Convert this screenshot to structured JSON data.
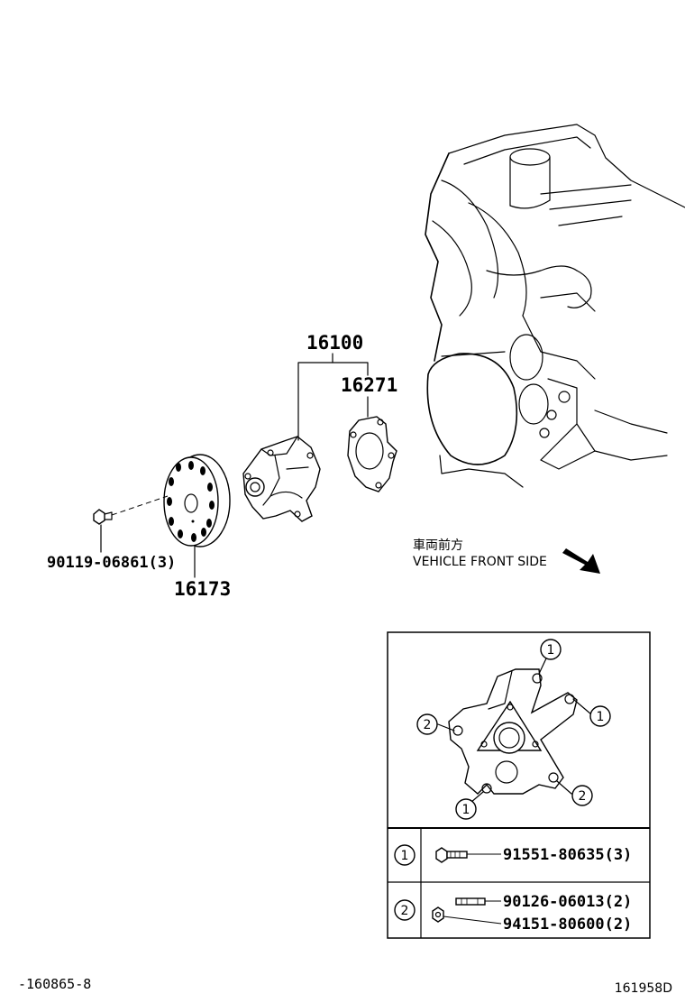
{
  "parts": {
    "water_pump_assy": "16100",
    "gasket": "16271",
    "pulley": "16173",
    "pulley_bolt": "90119-06861(3)"
  },
  "direction": {
    "label_jp": "車両前方",
    "label_en": "VEHICLE FRONT SIDE"
  },
  "inset": {
    "callouts": [
      "1",
      "1",
      "1",
      "2",
      "2"
    ],
    "legend": [
      {
        "key": "1",
        "parts": [
          "91551-80635(3)"
        ]
      },
      {
        "key": "2",
        "parts": [
          "90126-06013(2)",
          "94151-80600(2)"
        ]
      }
    ]
  },
  "footer": {
    "left_code": "-160865-8",
    "right_code": "161958D"
  }
}
